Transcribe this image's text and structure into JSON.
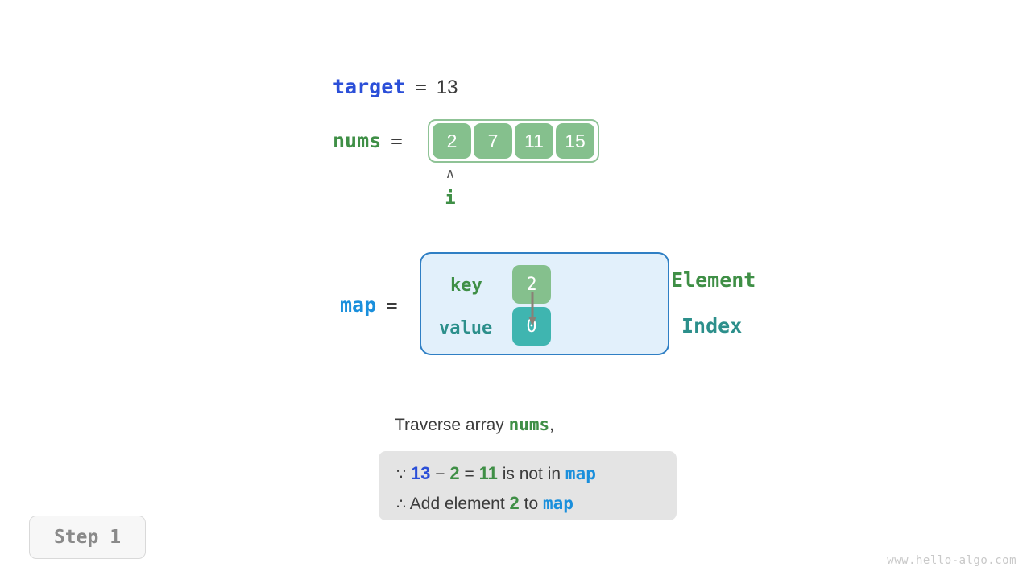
{
  "title": "Two Sum hash map walkthrough",
  "variables": {
    "target": {
      "name": "target",
      "eq": "=",
      "value": "13"
    },
    "nums": {
      "name": "nums",
      "eq": "=",
      "cells": [
        "2",
        "7",
        "11",
        "15"
      ]
    },
    "map": {
      "name": "map",
      "eq": "="
    }
  },
  "pointer": {
    "caret": "∧",
    "label": "i"
  },
  "map_entry": {
    "key_label": "key",
    "value_label": "value",
    "key": "2",
    "value": "0",
    "side_labels": {
      "element": "Element",
      "index": "Index"
    }
  },
  "description": {
    "lead_prefix": "Traverse array ",
    "lead_var": "nums",
    "lead_suffix": ",",
    "line1": {
      "symbol": "∵",
      "a": "13",
      "minus": "−",
      "b": "2",
      "equals": "=",
      "result": "11",
      "tail": "is not in",
      "map": "map"
    },
    "line2": {
      "symbol": "∴",
      "text_before": "Add element",
      "element": "2",
      "text_middle": "to",
      "map": "map"
    }
  },
  "step_badge": "Step 1",
  "watermark": "www.hello-algo.com",
  "colors": {
    "target_blue": "#2b4fd8",
    "map_blue": "#1a8fdc",
    "green": "#3f8f46",
    "cell_green": "#85c08d",
    "teal": "#3fb5b0",
    "teal_text": "#2c8f8b",
    "map_bg": "#e2f0fb",
    "map_border": "#2f7fc4",
    "expl_bg": "#e4e4e4",
    "text_dark": "#3c3c3c",
    "watermark_gray": "#c9c9c9"
  }
}
